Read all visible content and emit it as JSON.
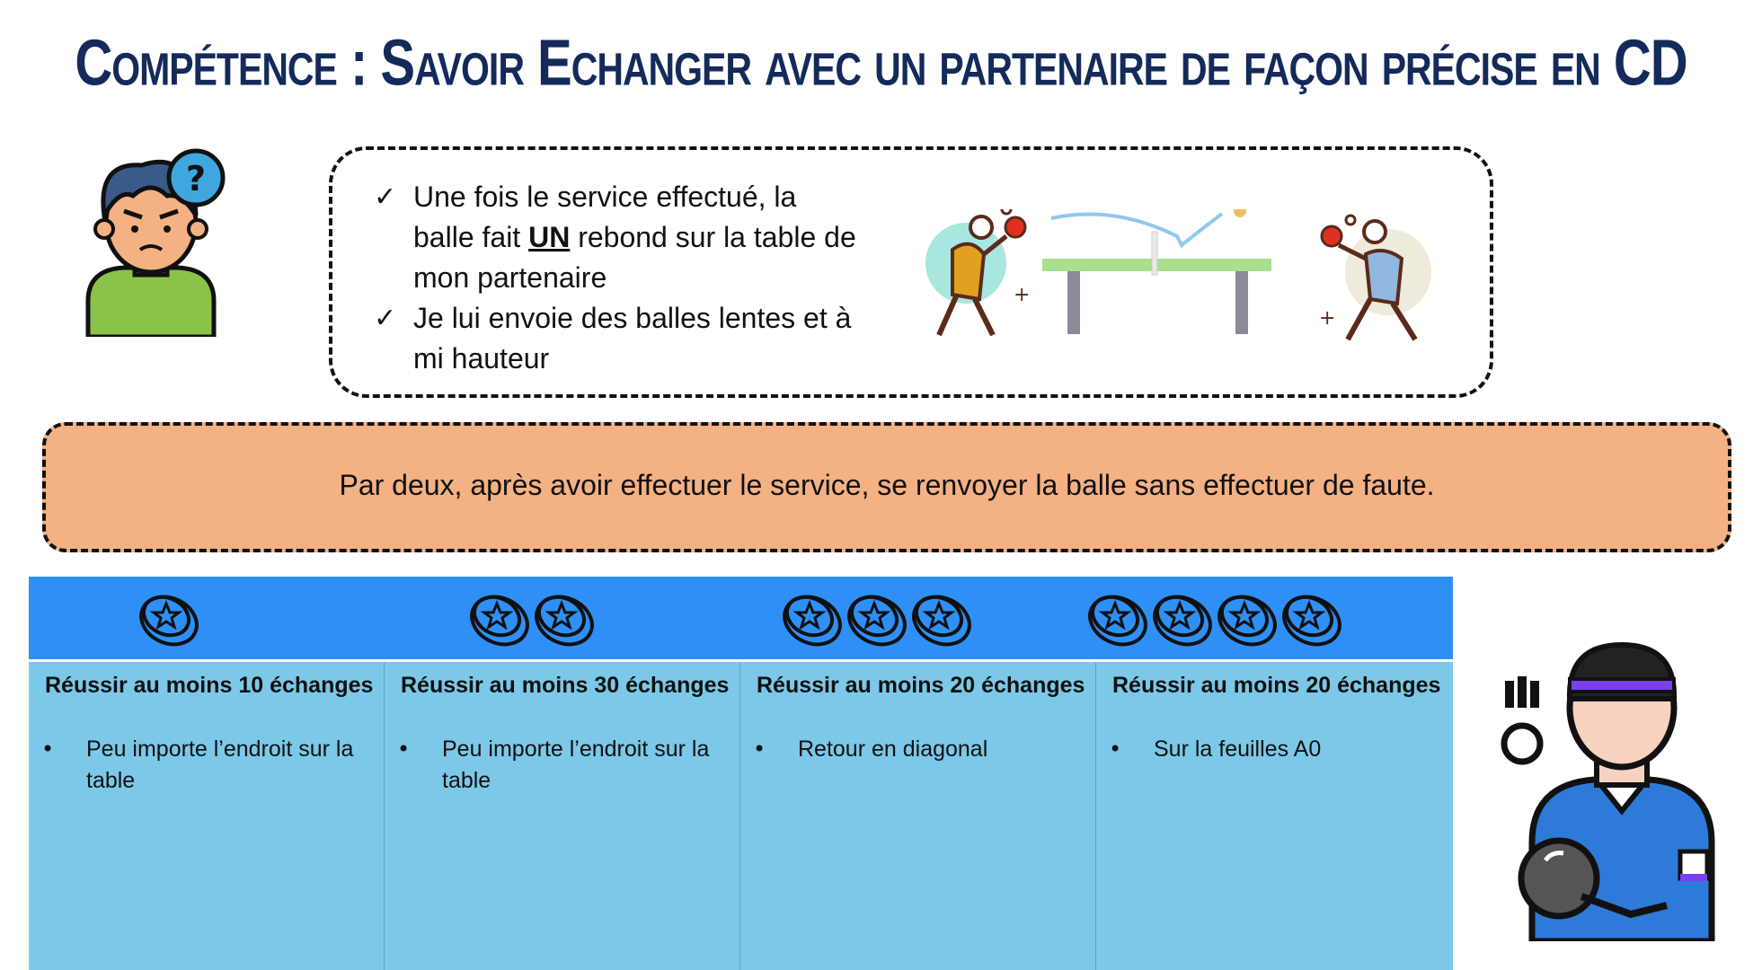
{
  "title": "Compétence : Savoir Echanger avec un partenaire de façon précise en CD",
  "rules": {
    "items": [
      {
        "check": "✓",
        "before": " Une fois le service effectué, la balle fait ",
        "emph": "UN",
        "after": " rebond sur la table de mon partenaire"
      },
      {
        "check": "✓",
        "before": "Je lui envoie des balles lentes et à mi hauteur",
        "emph": "",
        "after": ""
      }
    ]
  },
  "task": "Par deux, après avoir effectuer le service, se renvoyer la balle sans effectuer de faute.",
  "levels": [
    {
      "coins": 1,
      "title": "Réussir au moins 10 échanges",
      "bullet": "Peu importe l’endroit sur la table"
    },
    {
      "coins": 2,
      "title": "Réussir au moins 30 échanges",
      "bullet": "Peu importe l’endroit sur la table"
    },
    {
      "coins": 3,
      "title": "Réussir au moins 20 échanges",
      "bullet": "Retour en diagonal"
    },
    {
      "coins": 4,
      "title": "Réussir au moins 20 échanges",
      "bullet": "Sur la feuilles A0"
    }
  ],
  "bullet_char": "•",
  "colors": {
    "title": "#132a5a",
    "task_bg": "#f4b183",
    "levels_header": "#2e90f6",
    "levels_body": "#7cc8e8"
  },
  "icons": [
    "confused-boy-icon",
    "ping-pong-players-icon",
    "coin-icon",
    "table-tennis-player-icon"
  ]
}
